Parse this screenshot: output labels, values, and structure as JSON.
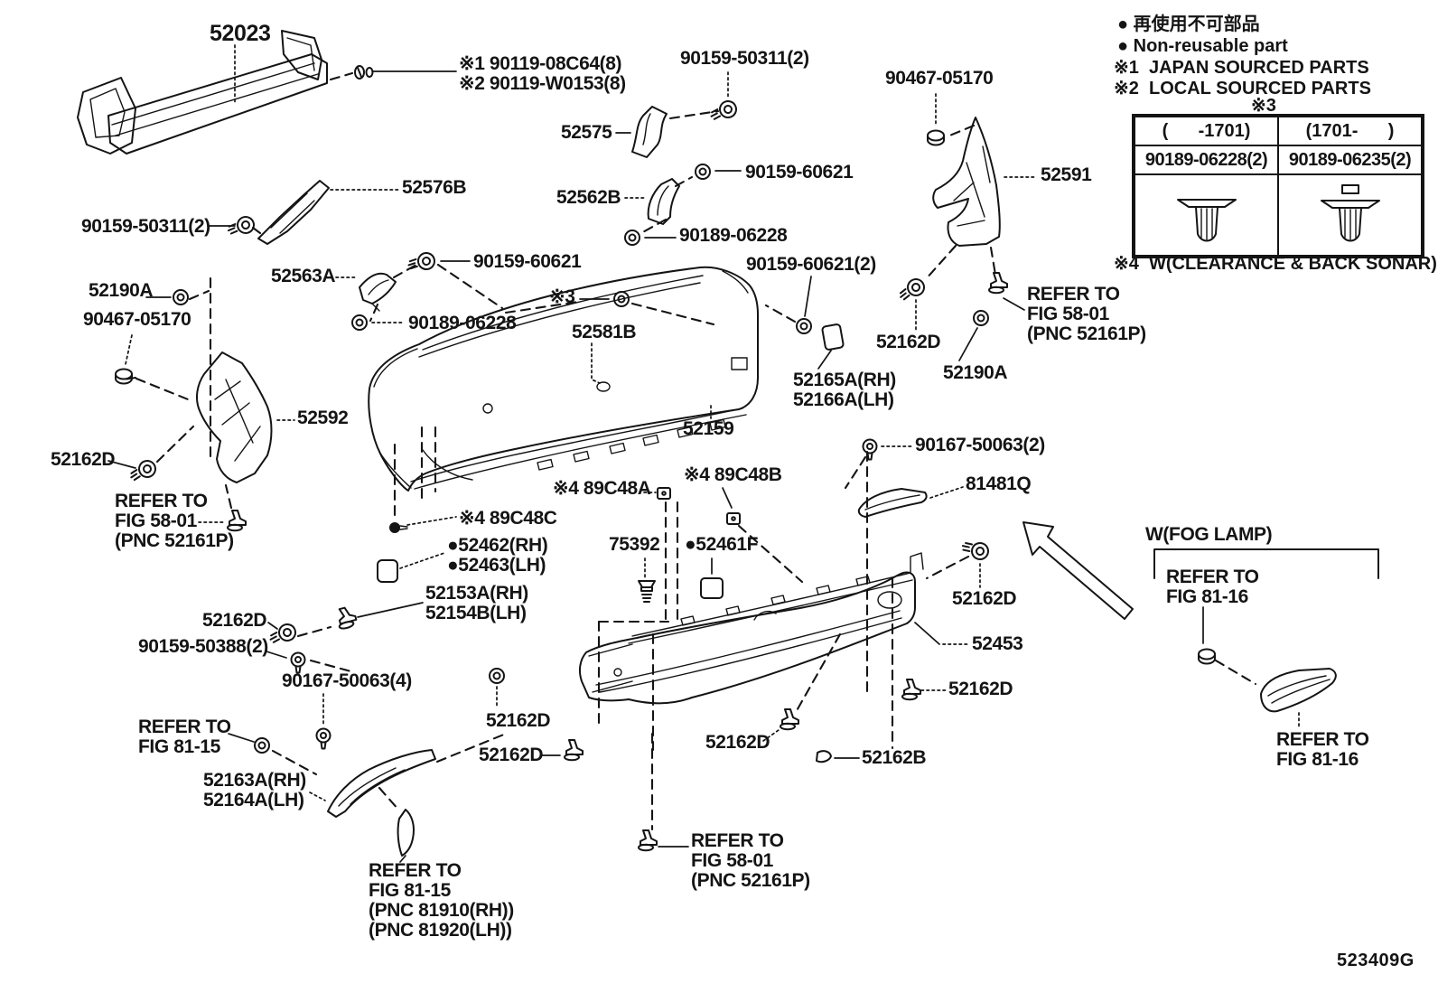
{
  "legend": {
    "dot_jp": "● 再使用不可部品",
    "dot_en": "● Non-reusable part",
    "note1": "※1  JAPAN SOURCED PARTS",
    "note2": "※2  LOCAL SOURCED PARTS",
    "note3_title": "※3",
    "table": {
      "col1_header": "(      -1701)",
      "col2_header": "(1701-      )",
      "col1_part": "90189-06228(2)",
      "col2_part": "90189-06235(2)"
    },
    "note4": "※4  W(CLEARANCE & BACK SONAR)"
  },
  "parts": {
    "p52162d": "52162D",
    "p52190a": "52190A",
    "p90467": "90467-05170",
    "p90159_50311": "90159-50311(2)",
    "p90159_60621": "90159-60621",
    "p90189_06228": "90189-06228",
    "refer_fig5801": "REFER TO\nFIG 58-01\n(PNC 52161P)",
    "refer_fig8115": "REFER TO\nFIG 81-15",
    "refer_fig8116": "REFER TO\nFIG 81-16"
  },
  "callouts": {
    "c52023": "52023",
    "c90119": "※1 90119-08C64(8)\n※2 90119-W0153(8)",
    "c52575": "52575",
    "c52591": "52591",
    "c52576b": "52576B",
    "c52562b": "52562B",
    "c52563a": "52563A",
    "c_note3": "※3",
    "c52581b": "52581B",
    "c90159_60621_2": "90159-60621(2)",
    "c52165a": "52165A(RH)\n52166A(LH)",
    "c52159": "52159",
    "c52592": "52592",
    "c90167_2": "90167-50063(2)",
    "c81481q": "81481Q",
    "c89c48a": "※4 89C48A",
    "c89c48b": "※4 89C48B",
    "c89c48c": "※4 89C48C",
    "c52462": "●52462(RH)\n●52463(LH)",
    "c75392": "75392",
    "c52461f": "●52461F",
    "c52153a": "52153A(RH)\n52154B(LH)",
    "c90159_50388": "90159-50388(2)",
    "c90167_4": "90167-50063(4)",
    "c52163a": "52163A(RH)\n52164A(LH)",
    "c_refer8115_pnc": "REFER TO\nFIG 81-15\n(PNC 81910(RH))\n(PNC 81920(LH))",
    "c52162b": "52162B",
    "c52453": "52453",
    "c_wfog": "W(FOG LAMP)"
  },
  "footer": {
    "figure_code": "523409G"
  }
}
